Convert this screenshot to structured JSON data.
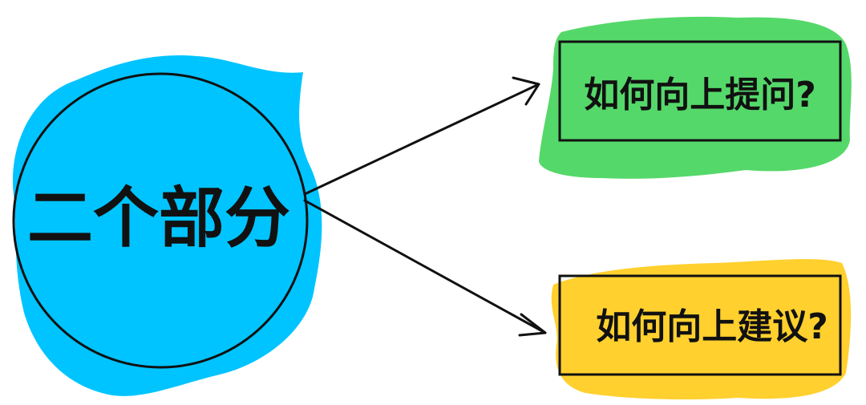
{
  "diagram": {
    "center": {
      "label": "二个部分"
    },
    "branches": [
      {
        "label": "如何向上提问?"
      },
      {
        "label": "如何向上建议?"
      }
    ]
  },
  "colors": {
    "center_blob": "#00C4FF",
    "top_blob": "#55D86A",
    "bottom_blob": "#FFD02E",
    "outline": "#111111"
  }
}
